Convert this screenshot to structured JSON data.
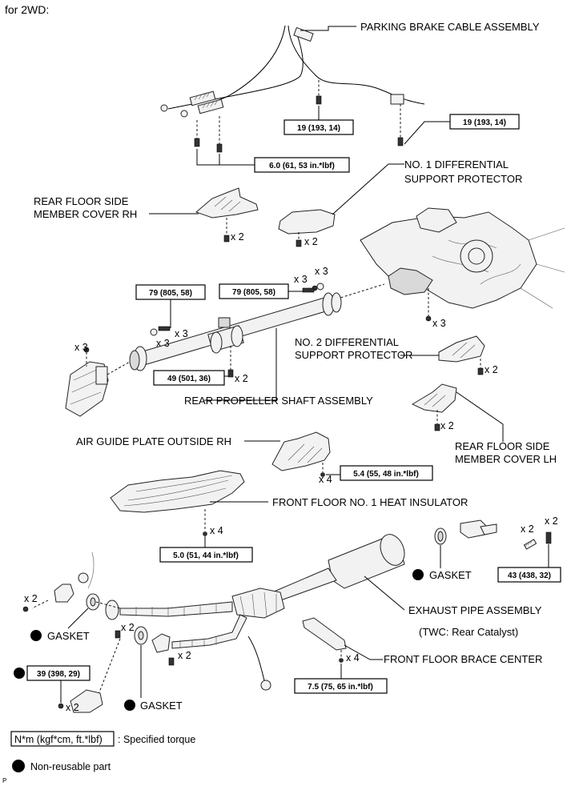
{
  "header": {
    "title": "for 2WD:"
  },
  "labels": {
    "parking_brake_cable": "PARKING BRAKE CABLE ASSEMBLY",
    "no1_diff_support_line1": "NO. 1 DIFFERENTIAL",
    "no1_diff_support_line2": "SUPPORT PROTECTOR",
    "rear_floor_rh_line1": "REAR FLOOR SIDE",
    "rear_floor_rh_line2": "MEMBER COVER RH",
    "no2_diff_support_line1": "NO. 2 DIFFERENTIAL",
    "no2_diff_support_line2": "SUPPORT PROTECTOR",
    "rear_propeller_shaft": "REAR PROPELLER SHAFT ASSEMBLY",
    "air_guide_plate": "AIR GUIDE PLATE OUTSIDE RH",
    "rear_floor_lh_line1": "REAR FLOOR SIDE",
    "rear_floor_lh_line2": "MEMBER COVER LH",
    "front_floor_heat_insulator": "FRONT FLOOR NO. 1 HEAT INSULATOR",
    "gasket_right": "GASKET",
    "exhaust_pipe": "EXHAUST PIPE ASSEMBLY",
    "twc_note": "(TWC: Rear Catalyst)",
    "gasket_left": "GASKET",
    "gasket_bottom": "GASKET",
    "front_floor_brace": "FRONT FLOOR BRACE CENTER"
  },
  "torques": {
    "t1": "19 (193, 14)",
    "t2": "19 (193, 14)",
    "t3": "6.0 (61, 53 in.*lbf)",
    "t4": "79 (805, 58)",
    "t5": "79 (805, 58)",
    "t6": "49 (501, 36)",
    "t7": "5.4 (55, 48 in.*lbf)",
    "t8": "5.0 (51, 44 in.*lbf)",
    "t9": "43 (438, 32)",
    "t10": "39 (398, 29)",
    "t11": "7.5 (75, 65 in.*lbf)"
  },
  "quantities": {
    "q_rh_cover": "x 2",
    "q_no1_diff": "x 2",
    "q_shaft_top_a": "x 3",
    "q_shaft_top_b": "x 3",
    "q_diff_flange": "x 3",
    "q_bolt_79": "x 3",
    "q_bolt_79b": "x 3",
    "q_trans": "x 3",
    "q_center_bearing": "x 2",
    "q_no2_diff": "x 2",
    "q_lh_cover": "x 2",
    "q_air_guide": "x 4",
    "q_heat_insulator": "x 4",
    "q_tail_a": "x 2",
    "q_tail_b": "x 2",
    "q_front_left": "x 2",
    "q_front_mid": "x 2",
    "q_front_lower": "x 2",
    "q_manifold": "x 2",
    "q_brace": "x 4"
  },
  "legend": {
    "torque_key": "N*m (kgf*cm, ft.*lbf)",
    "torque_desc": ": Specified torque",
    "nonreusable_desc": "Non-reusable part"
  },
  "footer": {
    "code": "P"
  }
}
